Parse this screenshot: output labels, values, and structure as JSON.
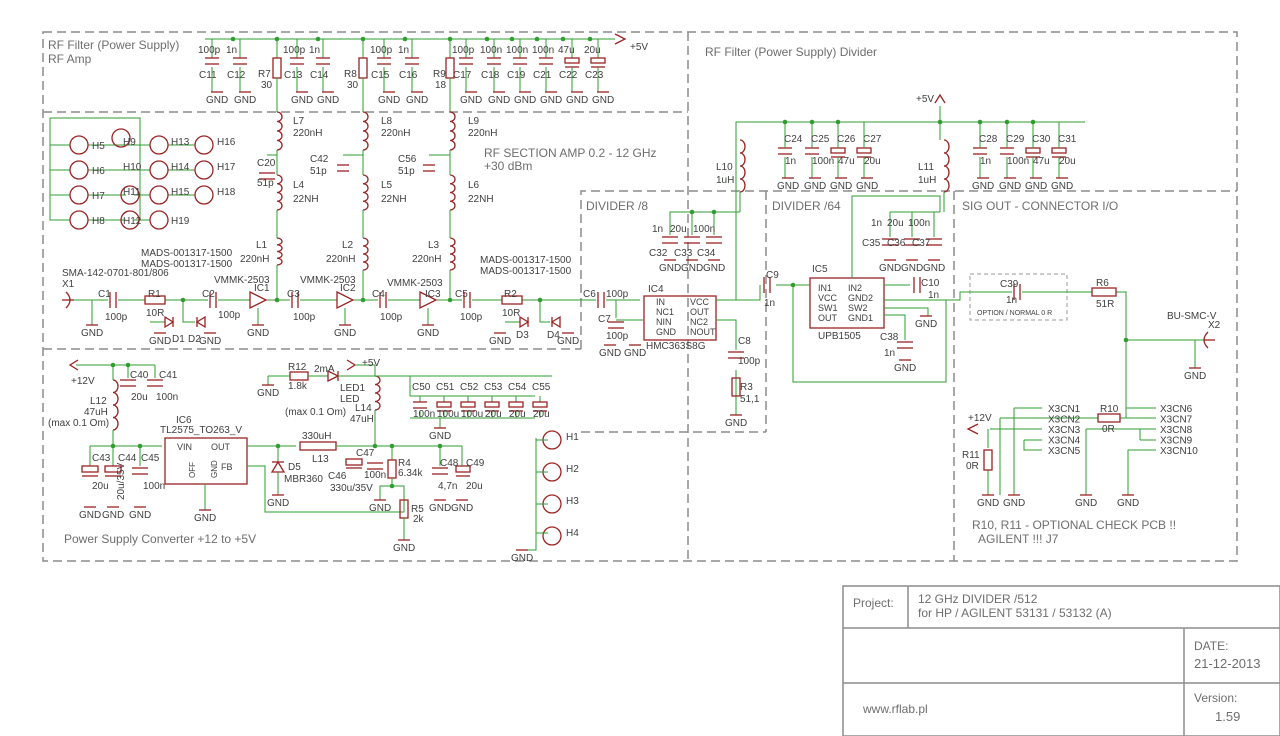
{
  "frames": {
    "rf_filter_left": "RF Filter (Power Supply)",
    "rf_amp": "RF Amp",
    "rf_filter_divider": "RF Filter (Power Supply) Divider",
    "rf_section_amp": "RF SECTION AMP 0.2 - 12 GHz",
    "rf_section_power": "+30 dBm",
    "divider8": "DIVIDER /8",
    "divider64": "DIVIDER /64",
    "sig_out": "SIG OUT - CONNECTOR I/O",
    "psu": "Power Supply Converter +12 to +5V",
    "note1": "R10, R11 - OPTIONAL CHECK PCB !!",
    "note2": "AGILENT !!! J7"
  },
  "title_block": {
    "project_label": "Project:",
    "project_line1": "12 GHz DIVIDER /512",
    "project_line2": "for HP / AGILENT 53131 / 53132 (A)",
    "date_label": "DATE:",
    "date_value": "21-12-2013",
    "version_label": "Version:",
    "version_value": "1.59",
    "website": "www.rflab.pl"
  },
  "rails": {
    "p5v": "+5V",
    "p12v": "+12V",
    "gnd": "GND"
  },
  "top_filter_caps": [
    {
      "ref": "C11",
      "val": "100p"
    },
    {
      "ref": "C12",
      "val": "1n"
    },
    {
      "ref": "C13",
      "val": "100p"
    },
    {
      "ref": "C14",
      "val": "1n"
    },
    {
      "ref": "C15",
      "val": "100p"
    },
    {
      "ref": "C16",
      "val": "1n"
    },
    {
      "ref": "C17",
      "val": "100p"
    },
    {
      "ref": "C18",
      "val": "100n"
    },
    {
      "ref": "C19",
      "val": "100n"
    },
    {
      "ref": "C21",
      "val": "100n"
    },
    {
      "ref": "C22",
      "val": "47u"
    },
    {
      "ref": "C23",
      "val": "20u"
    }
  ],
  "top_filter_res": [
    {
      "ref": "R7",
      "val": "30"
    },
    {
      "ref": "R8",
      "val": "30"
    },
    {
      "ref": "R9",
      "val": "18"
    }
  ],
  "inductors": {
    "L7": "L7",
    "L7v": "220nH",
    "L8": "L8",
    "L8v": "220nH",
    "L9": "L9",
    "L9v": "220nH",
    "L4": "L4",
    "L4v": "22NH",
    "L5": "L5",
    "L5v": "22NH",
    "L6": "L6",
    "L6v": "22NH",
    "L1": "L1",
    "L1v": "220nH",
    "L2": "L2",
    "L2v": "220nH",
    "L3": "L3",
    "L3v": "220nH",
    "L10": "L10",
    "L10v": "1uH",
    "L11": "L11",
    "L11v": "1uH",
    "L12": "L12",
    "L12v": "47uH",
    "L12n": "(max 0.1 Om)",
    "L13": "L13",
    "L13v": "330uH",
    "L14": "L14",
    "L14v": "47uH",
    "L14n": "(max 0.1 Om)"
  },
  "rf_chain": {
    "x1": "X1",
    "x1_part": "SMA-142-0701-801/806",
    "c1": "C1",
    "c1v": "100p",
    "r1": "R1",
    "r1v": "10R",
    "d1": "D1",
    "d2": "D2",
    "c2": "C2",
    "c2v": "100p",
    "ic1": "IC1",
    "ic1p": "VMMK-2503",
    "c3": "C3",
    "c3v": "100p",
    "ic2": "IC2",
    "ic2p": "VMMK-2503",
    "c4": "C4",
    "c4v": "100p",
    "ic3": "IC3",
    "ic3p": "VMMK-2503",
    "c5": "C5",
    "c5v": "100p",
    "r2": "R2",
    "r2v": "10R",
    "d3": "D3",
    "d4": "D4",
    "mads1": "MADS-001317-1500",
    "mads2": "MADS-001317-1500",
    "mads3": "MADS-001317-1500",
    "mads4": "MADS-001317-1500",
    "c20": "C20",
    "c20v": "51p",
    "c42": "C42",
    "c42v": "51p",
    "c56": "C56",
    "c56v": "51p"
  },
  "holes_grid": [
    "H5",
    "H6",
    "H7",
    "H8",
    "H9",
    "H10",
    "H11",
    "H12",
    "H13",
    "H14",
    "H15",
    "H19",
    "H16",
    "H17",
    "H18"
  ],
  "divider8": {
    "ic": "IC4",
    "part": "HMC363S8G",
    "pins_left": [
      "IN",
      "NC1",
      "NIN",
      "GND"
    ],
    "pins_right": [
      "VCC",
      "OUT",
      "NC2",
      "NOUT"
    ],
    "c6": "C6",
    "c6v": "100p",
    "c7": "C7",
    "c7v": "100p",
    "c8": "C8",
    "c8v": "100p",
    "r3": "R3",
    "r3v": "51,1",
    "c32": "C32",
    "c32v": "1n",
    "c33": "C33",
    "c33v": "20u",
    "c34": "C34",
    "c34v": "100n"
  },
  "divider64": {
    "ic": "IC5",
    "part": "UPB1505",
    "pins_left": [
      "IN1",
      "VCC",
      "SW1",
      "OUT"
    ],
    "pins_right": [
      "IN2",
      "GND2",
      "SW2",
      "GND1"
    ],
    "c9": "C9",
    "c9v": "1n",
    "c10": "C10",
    "c10v": "1n",
    "c38": "C38",
    "c38v": "1n",
    "c35": "C35",
    "c35v": "1n",
    "c36": "C36",
    "c36v": "20u",
    "c37": "C37",
    "c37v": "100n"
  },
  "div_filter_caps": [
    {
      "ref": "C24",
      "val": "1n"
    },
    {
      "ref": "C25",
      "val": "100n"
    },
    {
      "ref": "C26",
      "val": "47u"
    },
    {
      "ref": "C27",
      "val": "20u"
    },
    {
      "ref": "C28",
      "val": "1n"
    },
    {
      "ref": "C29",
      "val": "100n"
    },
    {
      "ref": "C30",
      "val": "47u"
    },
    {
      "ref": "C31",
      "val": "20u"
    }
  ],
  "sig_out": {
    "c39": "C39",
    "c39v": "1n",
    "c39note": "OPTION / NORMAL 0 R",
    "r6": "R6",
    "r6v": "51R",
    "x2": "X2",
    "x2part": "BU-SMC-V",
    "r10": "R10",
    "r10v": "0R",
    "r11": "R11",
    "r11v": "0R",
    "cn_left": [
      "X3CN1",
      "X3CN2",
      "X3CN3",
      "X3CN4",
      "X3CN5"
    ],
    "cn_right": [
      "X3CN6",
      "X3CN7",
      "X3CN8",
      "X3CN9",
      "X3CN10"
    ]
  },
  "psu": {
    "c40": "C40",
    "c40v": "20u",
    "c41": "C41",
    "c41v": "100n",
    "ic6": "IC6",
    "ic6p": "TL2575_TO263_V",
    "pin_vin": "VIN",
    "pin_out": "OUT",
    "pin_off": "OFF",
    "pin_gnd": "GND",
    "pin_fb": "FB",
    "c43": "C43",
    "c43v": "20u",
    "c44": "C44",
    "c44v": "20u/35V",
    "c45": "C45",
    "c45v": "100n",
    "d5": "D5",
    "d5p": "MBR360",
    "c46": "C46",
    "c46v": "330u/35V",
    "c47": "C47",
    "c47v": "100n",
    "r4": "R4",
    "r4v": "6.34k",
    "r5": "R5",
    "r5v": "2k",
    "c48": "C48",
    "c48v": "4,7n",
    "c49": "C49",
    "c49v": "20u",
    "r12": "R12",
    "r12v": "1.8k",
    "led": "LED1",
    "led_label": "LED",
    "led_i": "2mA",
    "c50": "C50",
    "c50v": "100n",
    "c51": "C51",
    "c51v": "100u",
    "c52": "C52",
    "c52v": "100u",
    "c53": "C53",
    "c53v": "20u",
    "c54": "C54",
    "c54v": "20u",
    "c55": "C55",
    "c55v": "20u",
    "h1": "H1",
    "h2": "H2",
    "h3": "H3",
    "h4": "H4"
  }
}
